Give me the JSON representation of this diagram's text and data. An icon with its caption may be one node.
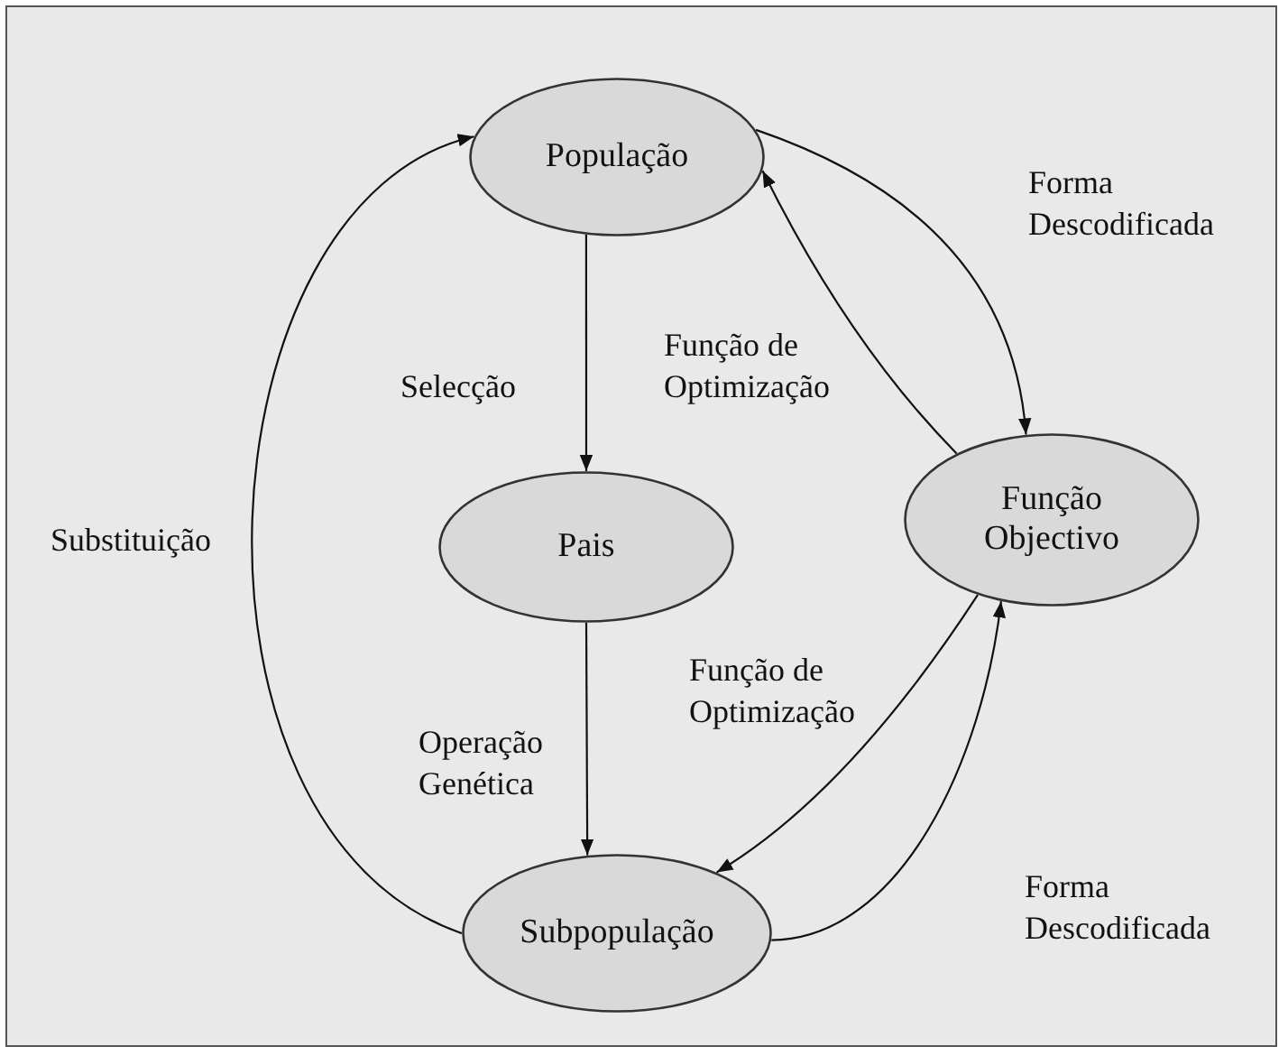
{
  "diagram": {
    "nodes": [
      {
        "text": [
          "População"
        ]
      },
      {
        "text": [
          "Pais"
        ]
      },
      {
        "text": [
          "Função Objectivo"
        ]
      },
      {
        "text": [
          "Subpopulação"
        ]
      }
    ],
    "edges": [
      {
        "from": 0,
        "to": 1,
        "arrow": "to",
        "label": "Selecção"
      },
      {
        "from": 0,
        "to": 2,
        "arrow": "to",
        "label": "Forma Descodificada"
      },
      {
        "from": 2,
        "to": 0,
        "arrow": "to",
        "label": "Função de Optimização"
      },
      {
        "from": 1,
        "to": 3,
        "arrow": "to",
        "label": "Operação Genética"
      },
      {
        "from": 2,
        "to": 3,
        "arrow": "to",
        "label": "Função de Optimização"
      },
      {
        "from": 3,
        "to": 2,
        "arrow": "to",
        "label": "Forma Descodificada"
      },
      {
        "from": 3,
        "to": 0,
        "arrow": "to",
        "label": "Substituição"
      }
    ]
  }
}
